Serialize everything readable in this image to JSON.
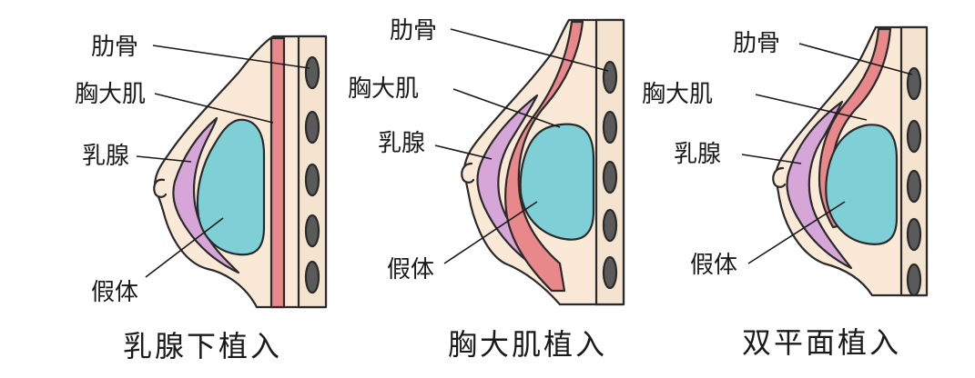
{
  "palette": {
    "skin": "#fbe9d7",
    "muscle": "#e8888a",
    "gland": "#d6a6d8",
    "implant": "#7fd0d6",
    "rib": "#5a5a5a",
    "outline": "#2a2a2a"
  },
  "panels": [
    {
      "labels": {
        "rib": "肋骨",
        "pectoral": "胸大肌",
        "gland": "乳腺",
        "implant": "假体"
      },
      "caption": "乳腺下植入"
    },
    {
      "labels": {
        "rib": "肋骨",
        "pectoral": "胸大肌",
        "gland": "乳腺",
        "implant": "假体"
      },
      "caption": "胸大肌植入"
    },
    {
      "labels": {
        "rib": "肋骨",
        "pectoral": "胸大肌",
        "gland": "乳腺",
        "implant": "假体"
      },
      "caption": "双平面植入"
    }
  ]
}
